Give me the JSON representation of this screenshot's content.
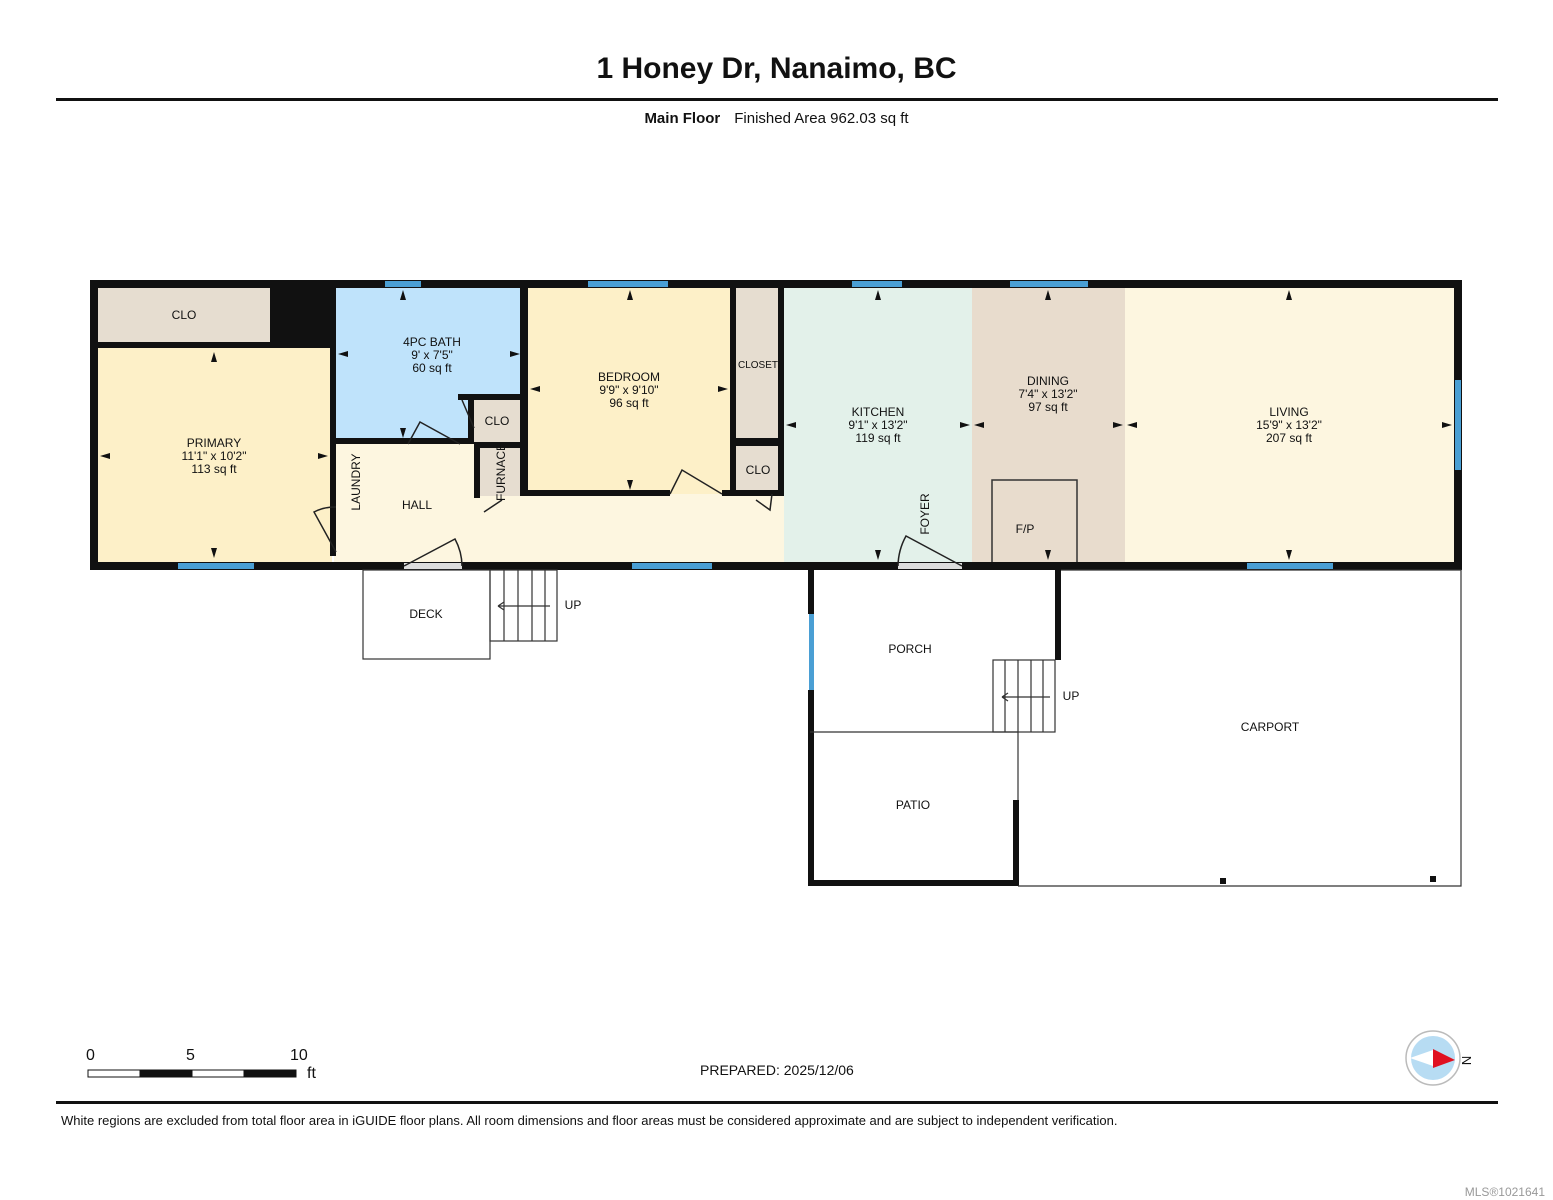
{
  "title": "1 Honey Dr, Nanaimo, BC",
  "floor": {
    "name": "Main Floor",
    "area": "Finished Area 962.03 sq ft"
  },
  "rooms": {
    "primary": {
      "name": "PRIMARY",
      "dims": "11'1\" x 10'2\"",
      "area": "113 sq ft"
    },
    "bath": {
      "name": "4PC BATH",
      "dims": "9' x 7'5\"",
      "area": "60 sq ft"
    },
    "bedroom": {
      "name": "BEDROOM",
      "dims": "9'9\" x 9'10\"",
      "area": "96 sq ft"
    },
    "kitchen": {
      "name": "KITCHEN",
      "dims": "9'1\" x 13'2\"",
      "area": "119 sq ft"
    },
    "dining": {
      "name": "DINING",
      "dims": "7'4\" x 13'2\"",
      "area": "97 sq ft"
    },
    "living": {
      "name": "LIVING",
      "dims": "15'9\" x 13'2\"",
      "area": "207 sq ft"
    }
  },
  "labels": {
    "clo": "CLO",
    "closet": "CLOSET",
    "laundry": "LAUNDRY",
    "hall": "HALL",
    "furnace": "FURNACE",
    "foyer": "FOYER",
    "fp": "F/P",
    "deck": "DECK",
    "up": "UP",
    "porch": "PORCH",
    "patio": "PATIO",
    "carport": "CARPORT"
  },
  "scale": {
    "ticks": [
      "0",
      "5",
      "10"
    ],
    "unit": "ft"
  },
  "prepared": "PREPARED: 2025/12/06",
  "compass": {
    "label": "N"
  },
  "disclaimer": "White regions are excluded from total floor area in iGUIDE floor plans. All room dimensions and floor areas must be considered approximate and are subject to independent verification.",
  "mls": "MLS®1021641",
  "colors": {
    "wall": "#111111",
    "window": "#4a9fd4",
    "bedroom": "#fdf0c8",
    "bath": "#bfe3fb",
    "kitchen": "#e3f1ea",
    "dining": "#e8dccd",
    "living": "#fdf6e0",
    "closet": "#e6ddd0"
  }
}
